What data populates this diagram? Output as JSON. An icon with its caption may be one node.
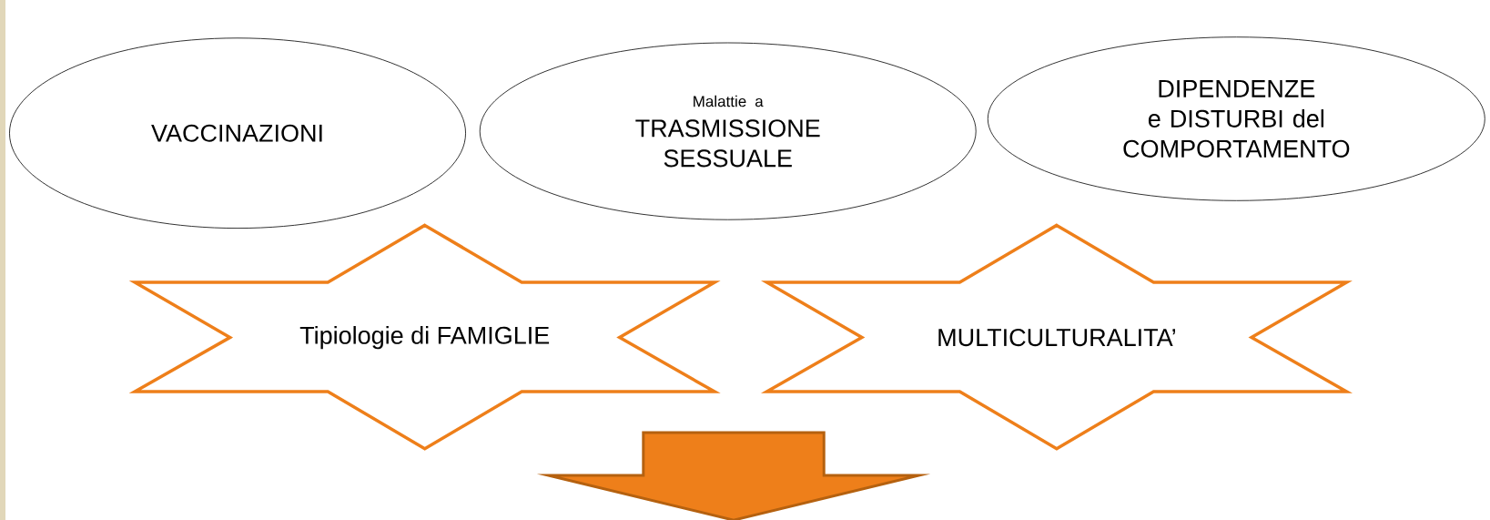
{
  "diagram": {
    "nodes": [
      {
        "text": [
          "VACCINAZIONI"
        ]
      },
      {
        "text": [
          "Malattie a",
          "TRASMISSIONE SESSUALE"
        ]
      },
      {
        "text": [
          "DIPENDENZE e DISTURBI del COMPORTAMENTO"
        ]
      },
      {
        "text": [
          "Tipiologie di FAMIGLIE"
        ]
      },
      {
        "text": [
          "MULTICULTURALITA’"
        ]
      },
      {
        "text": [],
        "shape": "arrow"
      }
    ]
  }
}
